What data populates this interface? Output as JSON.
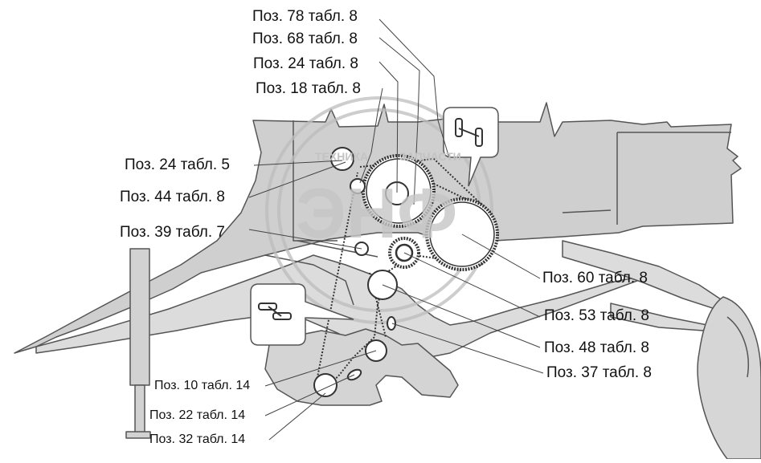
{
  "watermark": {
    "brand": "ЭНФ",
    "top_left": "ТЕХНИКА",
    "top_right": "ЗАПЧАСТИ",
    "color": "#c9c9c9"
  },
  "colors": {
    "machine_fill": "#cfcfcf",
    "machine_stroke": "#555555",
    "leader": "#444444",
    "sprocket_fill": "#ffffff"
  },
  "labels": [
    {
      "id": "p78t8",
      "text": "Поз. 78 табл. 8"
    },
    {
      "id": "p68t8",
      "text": "Поз. 68 табл. 8"
    },
    {
      "id": "p24t8",
      "text": "Поз. 24 табл. 8"
    },
    {
      "id": "p18t8",
      "text": "Поз. 18 табл. 8"
    },
    {
      "id": "p24t5",
      "text": "Поз. 24 табл. 5"
    },
    {
      "id": "p44t8",
      "text": "Поз. 44 табл. 8"
    },
    {
      "id": "p39t7",
      "text": "Поз. 39 табл. 7"
    },
    {
      "id": "p60t8",
      "text": "Поз. 60 табл. 8"
    },
    {
      "id": "p53t8",
      "text": "Поз. 53 табл. 8"
    },
    {
      "id": "p48t8",
      "text": "Поз. 48 табл. 8"
    },
    {
      "id": "p37t8",
      "text": "Поз. 37 табл. 8"
    },
    {
      "id": "p10t14",
      "text": "Поз. 10 табл. 14"
    },
    {
      "id": "p22t14",
      "text": "Поз. 22 табл. 14"
    },
    {
      "id": "p32t14",
      "text": "Поз. 32 табл. 14"
    }
  ],
  "callouts": [
    {
      "id": "chain-link-upper",
      "icon": "chain-link-icon"
    },
    {
      "id": "chain-link-lower",
      "icon": "chain-link-icon"
    }
  ]
}
